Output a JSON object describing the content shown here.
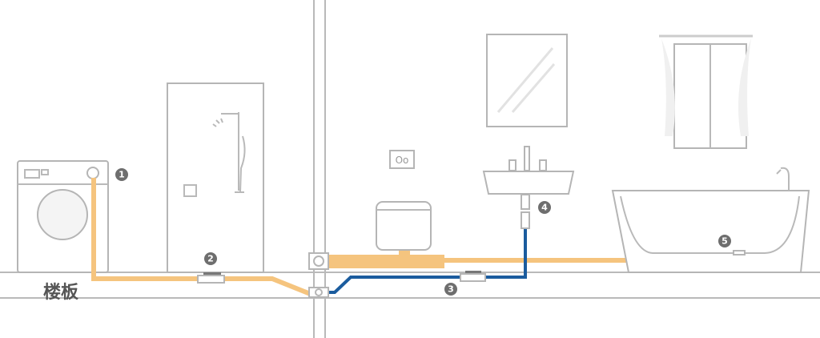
{
  "floor_label": "楼板",
  "markers": [
    "1",
    "2",
    "3",
    "4",
    "5"
  ],
  "colors": {
    "drain_pipe": "#F5C47E",
    "water_pipe": "#1B5C9E",
    "outline": "#B9B9B9",
    "badge": "#6E6E6E"
  }
}
